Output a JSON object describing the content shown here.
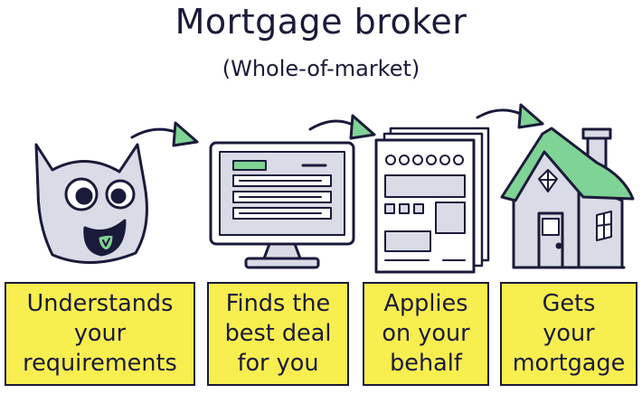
{
  "title": "Mortgage broker",
  "subtitle": "(Whole-of-market)",
  "steps": [
    {
      "label": "Understands\nyour\nrequirements",
      "icon": "monster-icon"
    },
    {
      "label": "Finds the\nbest deal\nfor you",
      "icon": "computer-monitor-icon"
    },
    {
      "label": "Applies\non your\nbehalf",
      "icon": "application-documents-icon"
    },
    {
      "label": "Gets\nyour\nmortgage",
      "icon": "house-icon"
    }
  ],
  "colors": {
    "box_fill": "#f7ee4f",
    "accent_green": "#7fd394",
    "ink": "#1a1a3a",
    "grey": "#d9dbe6"
  }
}
